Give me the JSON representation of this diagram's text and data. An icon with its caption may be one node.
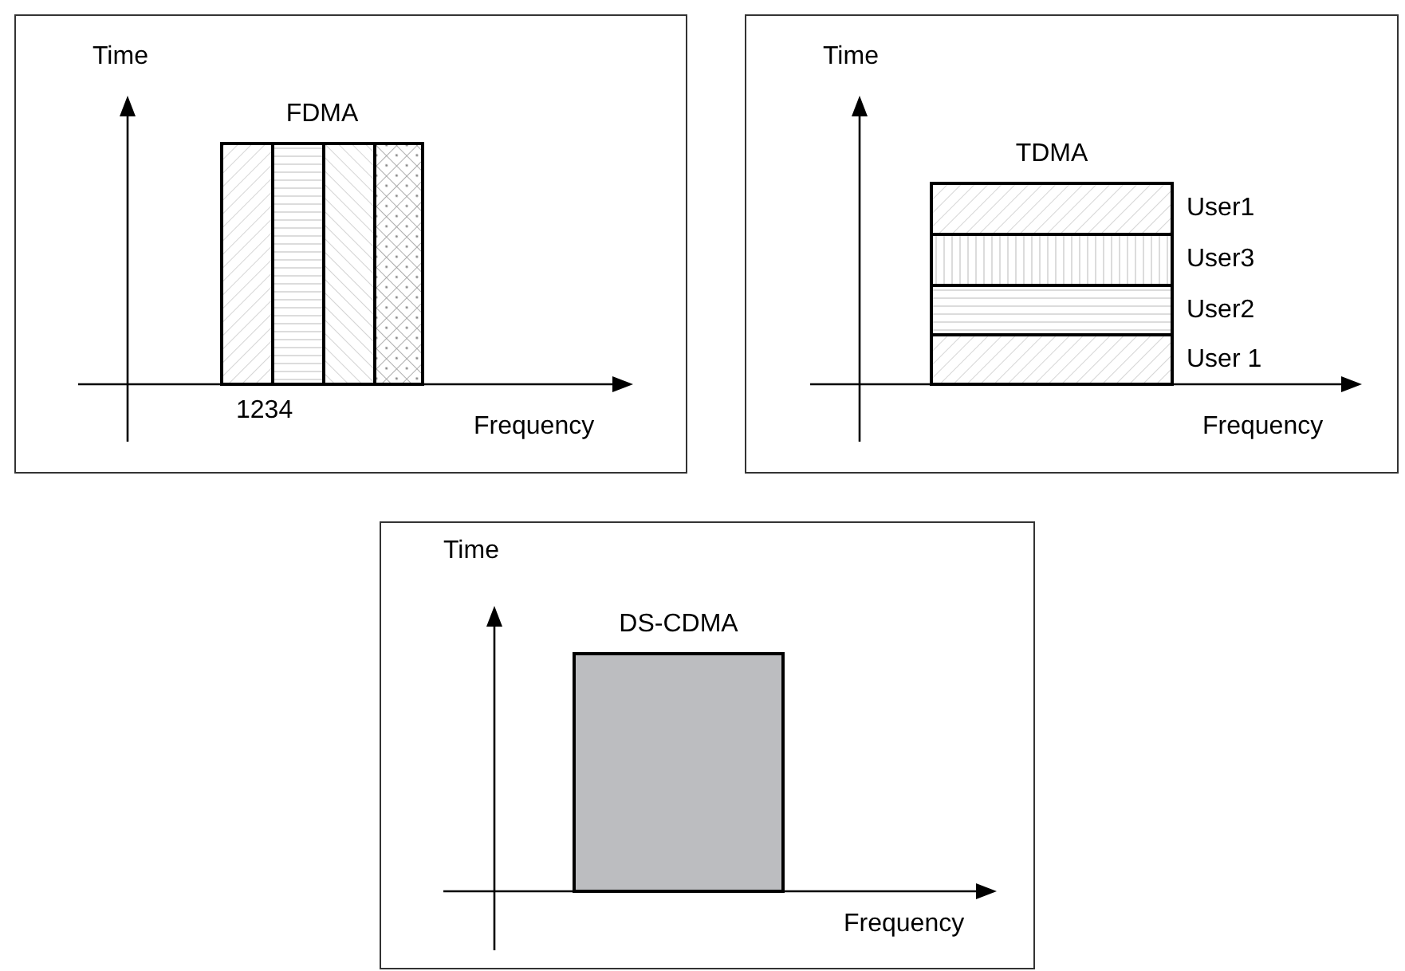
{
  "diagram": {
    "nodes": [
      {
        "text": [],
        "shape": "box"
      },
      {
        "text": [
          "FDMA"
        ],
        "in": 0
      },
      {
        "text": [],
        "shape": "bar",
        "in": 1
      },
      {
        "text": [],
        "shape": "bar",
        "in": 1
      },
      {
        "text": [],
        "shape": "bar",
        "in": 1
      },
      {
        "text": [],
        "shape": "bar",
        "in": 1
      },
      {
        "text": [],
        "shape": "box"
      },
      {
        "text": [
          "TDMA"
        ],
        "in": 6
      },
      {
        "text": [],
        "shape": "bar",
        "in": 7,
        "beside": [
          "User1"
        ]
      },
      {
        "text": [],
        "shape": "bar",
        "in": 7,
        "beside": [
          "User3"
        ]
      },
      {
        "text": [],
        "shape": "bar",
        "in": 7,
        "beside": [
          "User2"
        ]
      },
      {
        "text": [],
        "shape": "bar",
        "in": 7,
        "beside": [
          "User 1"
        ]
      },
      {
        "text": [],
        "shape": "box"
      },
      {
        "text": [
          "DS-CDMA"
        ],
        "in": 12
      }
    ],
    "edges": [],
    "labels": [
      "Time",
      "1234",
      "Frequency",
      "Time",
      "Frequency",
      "Time",
      "Frequency"
    ]
  }
}
